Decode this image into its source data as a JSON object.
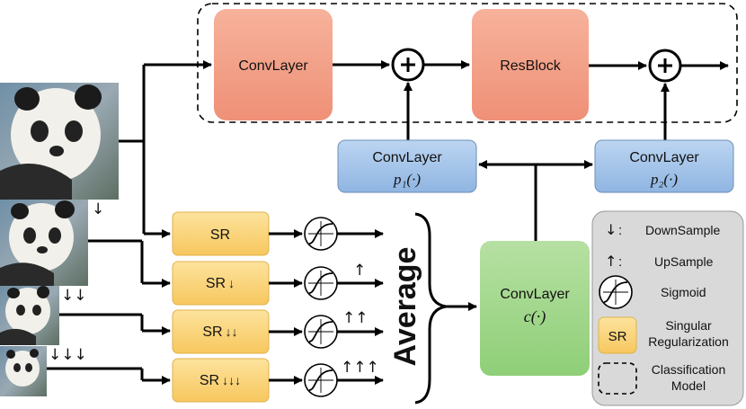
{
  "colors": {
    "salmon": "#f4a58d",
    "blue": "#a8c7ea",
    "yellow": "#fad57a",
    "green": "#a5d890",
    "legend_bg": "#d9d9d9"
  },
  "classification_model": {
    "convlayer": "ConvLayer",
    "resblock": "ResBlock",
    "plus1": "+",
    "plus2": "+"
  },
  "p1": {
    "line1": "ConvLayer",
    "math": "p₁(·)"
  },
  "p2": {
    "line1": "ConvLayer",
    "math": "p₂(·)"
  },
  "c": {
    "line1": "ConvLayer",
    "math": "c(·)"
  },
  "inputs": {
    "arrows_1": "↓",
    "arrows_2": "↓↓",
    "arrows_3": "↓↓↓"
  },
  "sr_blocks": [
    {
      "label": "SR",
      "arrows": ""
    },
    {
      "label": "SR",
      "arrows": "↓"
    },
    {
      "label": "SR",
      "arrows": "↓↓"
    },
    {
      "label": "SR",
      "arrows": "↓↓↓"
    }
  ],
  "upsample_marks": [
    "",
    "↑",
    "↑↑",
    "↑↑↑"
  ],
  "average_label": "Average",
  "legend": {
    "down_sym": "↓",
    "down_text": "DownSample",
    "up_sym": "↑",
    "up_text": "UpSample",
    "sig_text": "Sigmoid",
    "sr_sym": "SR",
    "sr_text1": "Singular",
    "sr_text2": "Regularization",
    "cls_text1": "Classification",
    "cls_text2": "Model",
    "colon": ":"
  }
}
